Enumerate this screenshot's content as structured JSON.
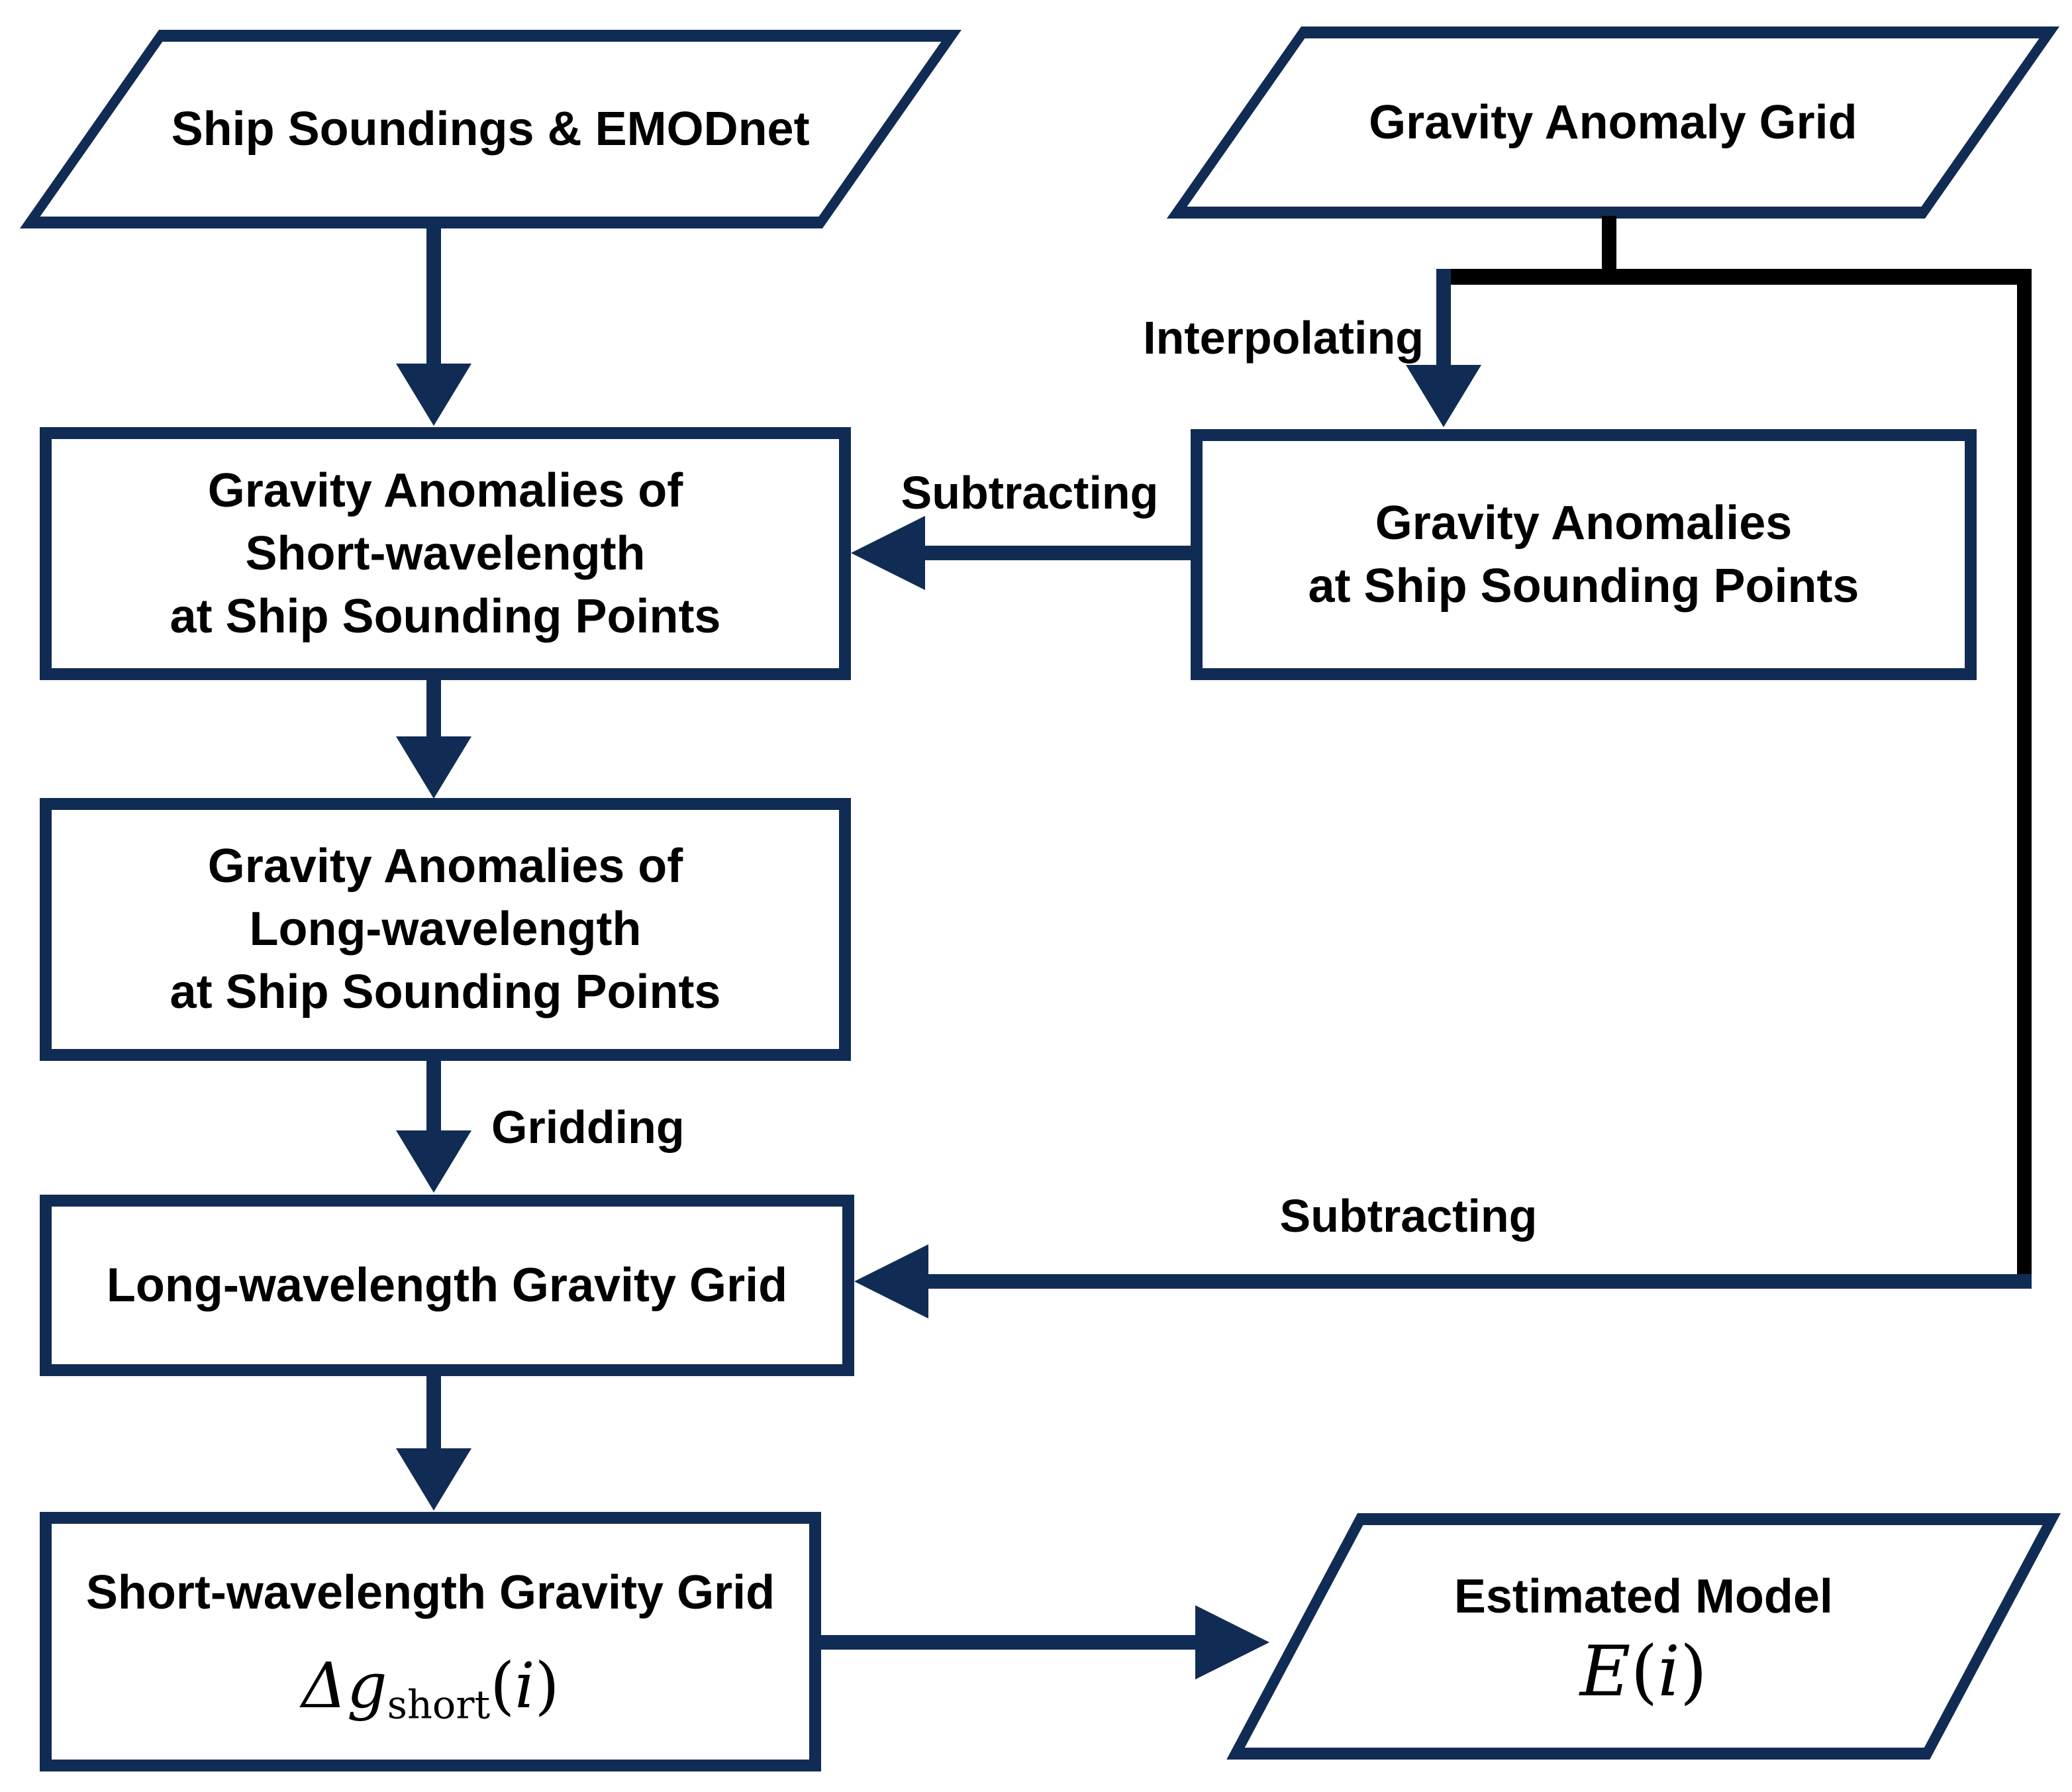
{
  "diagram": {
    "nodes": {
      "ship_soundings": {
        "label": "Ship Soundings & EMODnet",
        "shape": "parallelogram"
      },
      "gravity_anomaly_grid": {
        "label": "Gravity Anomaly Grid",
        "shape": "parallelogram"
      },
      "short_wavelength_points": {
        "lines": [
          "Gravity Anomalies of",
          "Short-wavelength",
          "at Ship Sounding Points"
        ],
        "shape": "rectangle"
      },
      "anomalies_at_points": {
        "lines": [
          "Gravity Anomalies",
          "at Ship Sounding Points"
        ],
        "shape": "rectangle"
      },
      "long_wavelength_points": {
        "lines": [
          "Gravity Anomalies of",
          "Long-wavelength",
          "at Ship Sounding Points"
        ],
        "shape": "rectangle"
      },
      "long_wavelength_grid": {
        "label": "Long-wavelength Gravity Grid",
        "shape": "rectangle"
      },
      "short_wavelength_grid": {
        "label": "Short-wavelength Gravity Grid",
        "formula": {
          "delta": "Δ",
          "g": "g",
          "sub": "short",
          "lparen": "(",
          "i": "i",
          "rparen": ")"
        },
        "shape": "rectangle"
      },
      "estimated_model": {
        "label": "Estimated Model",
        "formula": {
          "E": "E",
          "lparen": "(",
          "i": "i",
          "rparen": ")"
        },
        "shape": "parallelogram"
      }
    },
    "edge_labels": {
      "interpolating": "Interpolating",
      "subtracting_top": "Subtracting",
      "subtracting_right": "Subtracting",
      "gridding": "Gridding"
    },
    "colors": {
      "node_border": "#112c54",
      "connector_navy": "#112c54",
      "connector_black": "#000000",
      "text": "#000000",
      "background": "#ffffff"
    }
  }
}
